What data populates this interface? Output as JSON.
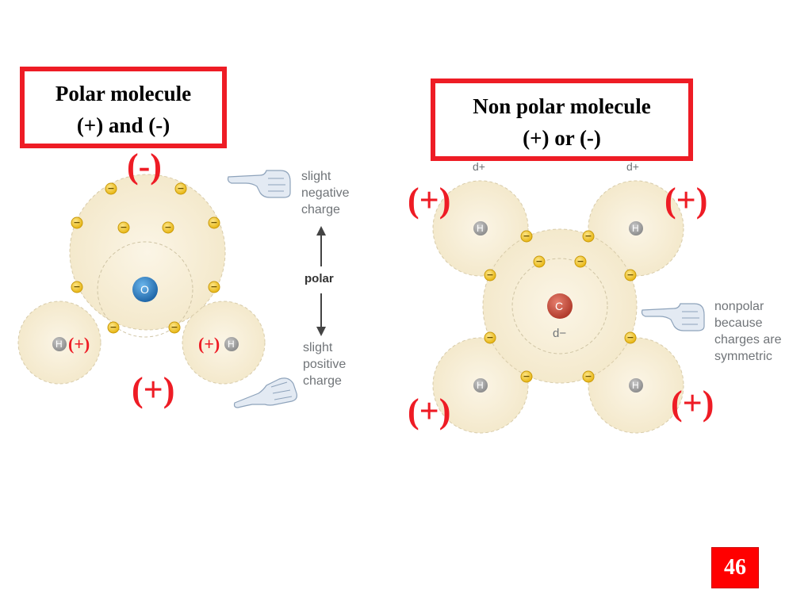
{
  "polar": {
    "title_line1": "Polar molecule",
    "title_line2": "(+) and (-)",
    "minus_sign": "(-)",
    "plus_sign": "(+)",
    "h_left_sign": "(+)",
    "h_right_sign": "(+)",
    "center_atom": "O",
    "h_atom": "H",
    "neg_note": [
      "slight",
      "negative",
      "charge"
    ],
    "axis_label": "polar",
    "pos_note": [
      "slight",
      "positive",
      "charge"
    ]
  },
  "nonpolar": {
    "title_line1": "Non polar molecule",
    "title_line2": "(+) or (-)",
    "plus_sign": "(+)",
    "center_atom": "C",
    "h_atom": "H",
    "d_plus": "d+",
    "d_minus": "d−",
    "note": [
      "nonpolar",
      "because",
      "charges are",
      "symmetric"
    ]
  },
  "page_number": "46",
  "colors": {
    "accent_red": "#ee1c25",
    "shell_fill": "#f6edd6",
    "electron": "#f2c51d",
    "oxygen": "#2a7dbf",
    "carbon": "#c4493a",
    "hydrogen": "#9a9a9a",
    "hand": "#e3eaf3"
  },
  "electron_symbol": "−"
}
